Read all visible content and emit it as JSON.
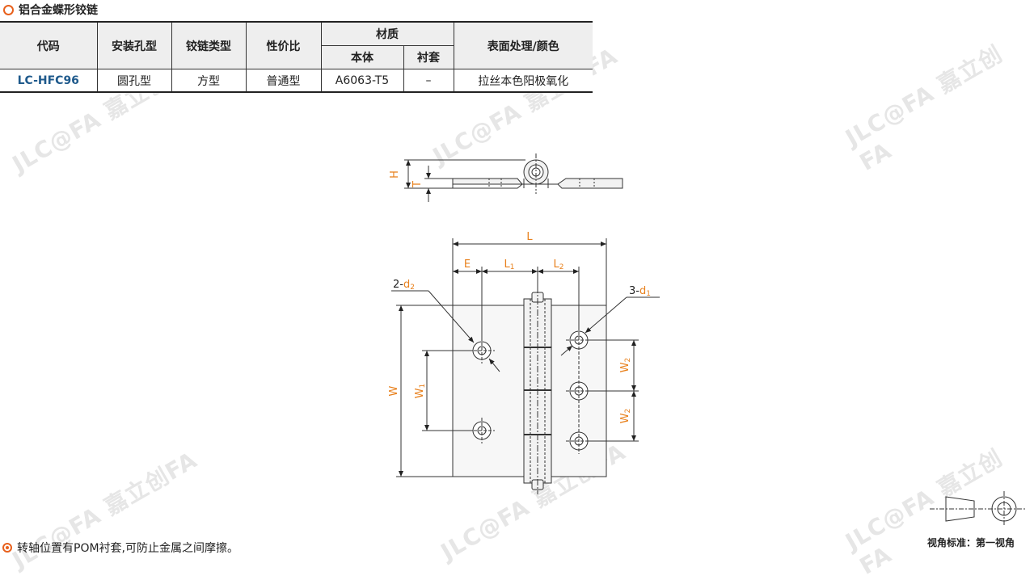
{
  "title": "铝合金蝶形铰链",
  "table": {
    "headers": {
      "code": "代码",
      "hole_type": "安装孔型",
      "hinge_type": "铰链类型",
      "value": "性价比",
      "material": "材质",
      "body": "本体",
      "bushing": "衬套",
      "surface": "表面处理/颜色"
    },
    "row": {
      "code": "LC-HFC96",
      "hole_type": "圆孔型",
      "hinge_type": "方型",
      "value": "普通型",
      "body": "A6063-T5",
      "bushing": "–",
      "surface": "拉丝本色阳极氧化"
    }
  },
  "dims": {
    "H": "H",
    "T": "T",
    "L": "L",
    "E": "E",
    "L1": "L",
    "L1_sub": "1",
    "L2": "L",
    "L2_sub": "2",
    "d2_prefix": "2-",
    "d2": "d",
    "d2_sub": "2",
    "d1_prefix": "3-",
    "d1": "d",
    "d1_sub": "1",
    "W": "W",
    "W1": "W",
    "W1_sub": "1",
    "W2a": "W",
    "W2a_sub": "2",
    "W2b": "W",
    "W2b_sub": "2"
  },
  "note": "转轴位置有POM衬套,可防止金属之间摩擦。",
  "view_label": "视角标准：第一视角",
  "watermark": "JLC@FA 嘉立创FA",
  "colors": {
    "accent": "#e8601c",
    "code": "#1f5a8c",
    "dim": "#e8801c"
  }
}
